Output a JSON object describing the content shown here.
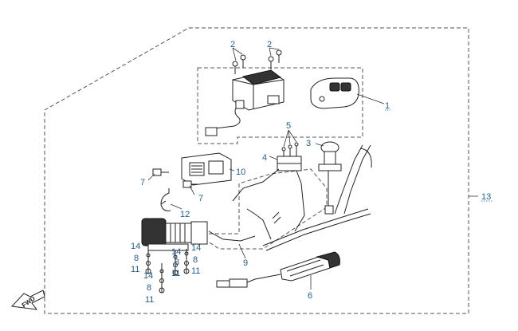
{
  "fwd_label": "FWD",
  "callouts": {
    "c1": "1",
    "c2a": "2",
    "c2b": "2",
    "c3": "3",
    "c4": "4",
    "c5": "5",
    "c6": "6",
    "c7a": "7",
    "c7b": "7",
    "c8a": "8",
    "c8b": "8",
    "c8c": "8",
    "c8d": "8",
    "c9": "9",
    "c10": "10",
    "c11a": "11",
    "c11b": "11",
    "c11c": "11",
    "c11d": "11",
    "c12": "12",
    "c13": "13",
    "c14a": "14",
    "c14b": "14",
    "c14c": "14",
    "c14d": "14"
  },
  "colors": {
    "callout": "#1f5f8f",
    "line": "#222222",
    "frame": "#555555"
  }
}
